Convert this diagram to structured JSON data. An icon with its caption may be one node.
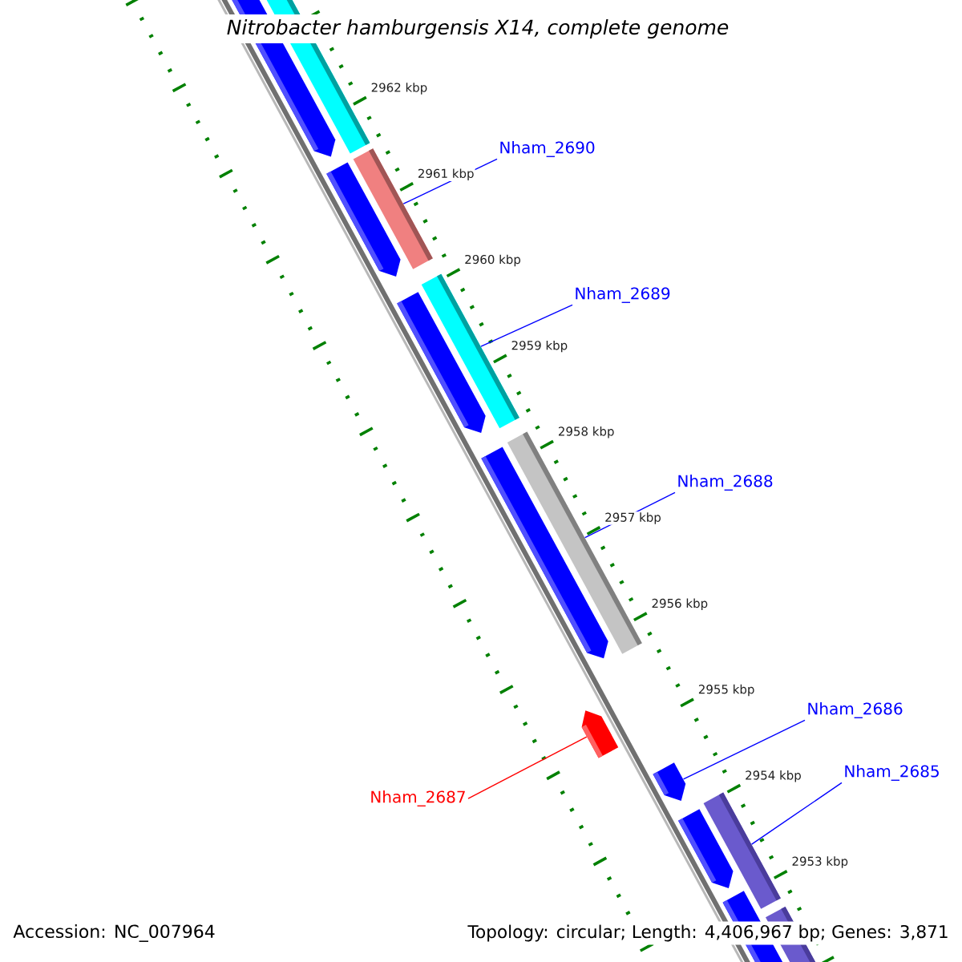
{
  "diagram": {
    "title": "Nitrobacter hamburgensis X14, complete genome",
    "nodes": [
      {
        "text": [
          "Nham_2690"
        ]
      },
      {
        "text": [],
        "shape": "bar"
      },
      {
        "text": [
          "Nham_2689"
        ]
      },
      {
        "text": [],
        "shape": "bar"
      },
      {
        "text": [
          "Nham_2688"
        ]
      },
      {
        "text": [],
        "shape": "bar"
      },
      {
        "text": [
          "Nham_2686"
        ]
      },
      {
        "text": [],
        "shape": "arrow"
      },
      {
        "text": [
          "Nham_2685"
        ]
      },
      {
        "text": [],
        "shape": "bar"
      },
      {
        "text": [
          "Nham_2687"
        ]
      },
      {
        "text": [],
        "shape": "arrow"
      }
    ],
    "edges": [
      {
        "from": 0,
        "to": 1,
        "arrow": "none"
      },
      {
        "from": 2,
        "to": 3,
        "arrow": "none"
      },
      {
        "from": 4,
        "to": 5,
        "arrow": "none"
      },
      {
        "from": 6,
        "to": 7,
        "arrow": "none"
      },
      {
        "from": 8,
        "to": 9,
        "arrow": "none"
      },
      {
        "from": 10,
        "to": 11,
        "arrow": "none",
        "color": "#ff0000"
      }
    ],
    "labels": [
      "2962 kbp",
      "2961 kbp",
      "2960 kbp",
      "2959 kbp",
      "2958 kbp",
      "2957 kbp",
      "2956 kbp",
      "2955 kbp",
      "2954 kbp",
      "2953 kbp",
      "Accession: NC_007964",
      "Topology: circular; Length: 4,406,967 bp; Genes: 3,871"
    ]
  }
}
